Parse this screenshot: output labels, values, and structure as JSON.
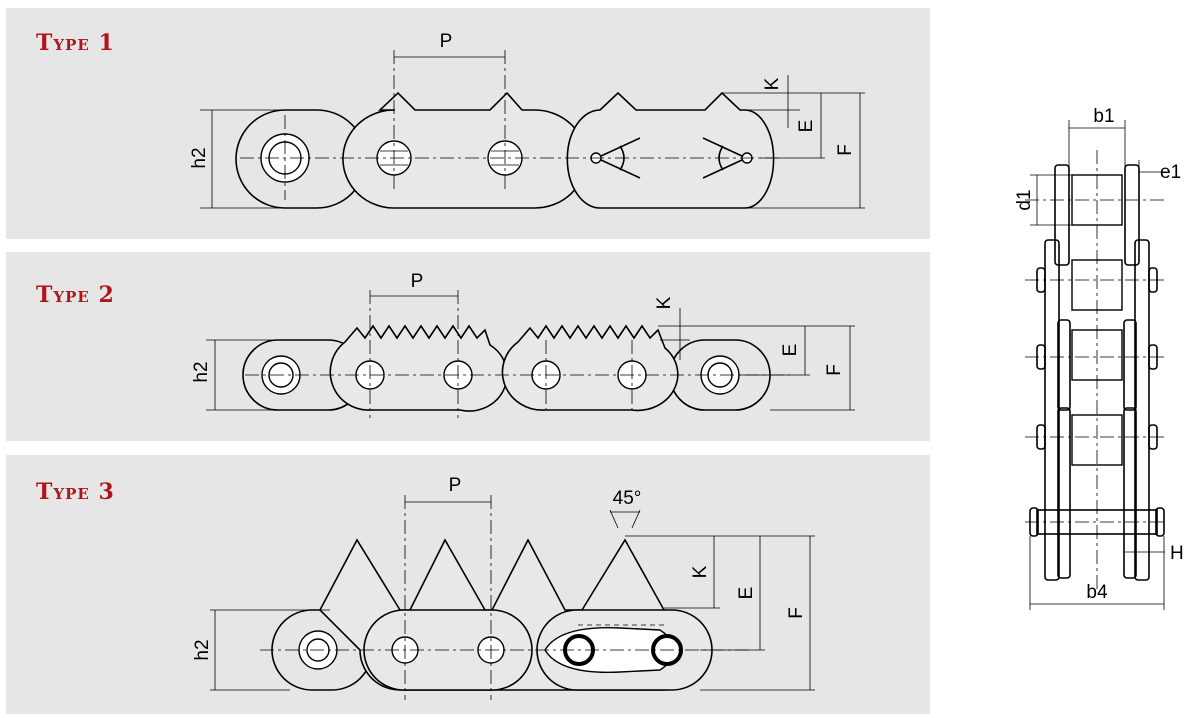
{
  "types": [
    {
      "title": "Type 1"
    },
    {
      "title": "Type 2"
    },
    {
      "title": "Type 3"
    }
  ],
  "type1_labels": {
    "pitch": "P",
    "k": "K",
    "e": "E",
    "f": "F",
    "h2": "h2"
  },
  "type2_labels": {
    "pitch": "P",
    "k": "K",
    "e": "E",
    "f": "F",
    "h2": "h2"
  },
  "type3_labels": {
    "pitch": "P",
    "angle": "45°",
    "k": "K",
    "e": "E",
    "f": "F",
    "h2": "h2"
  },
  "side_labels": {
    "b1": "b1",
    "e1": "e1",
    "d1": "d1",
    "h": "H",
    "b4": "b4"
  },
  "colors": {
    "panel_bg": "#e6e6e6",
    "title_red": "#b0141c",
    "line": "#000000"
  }
}
